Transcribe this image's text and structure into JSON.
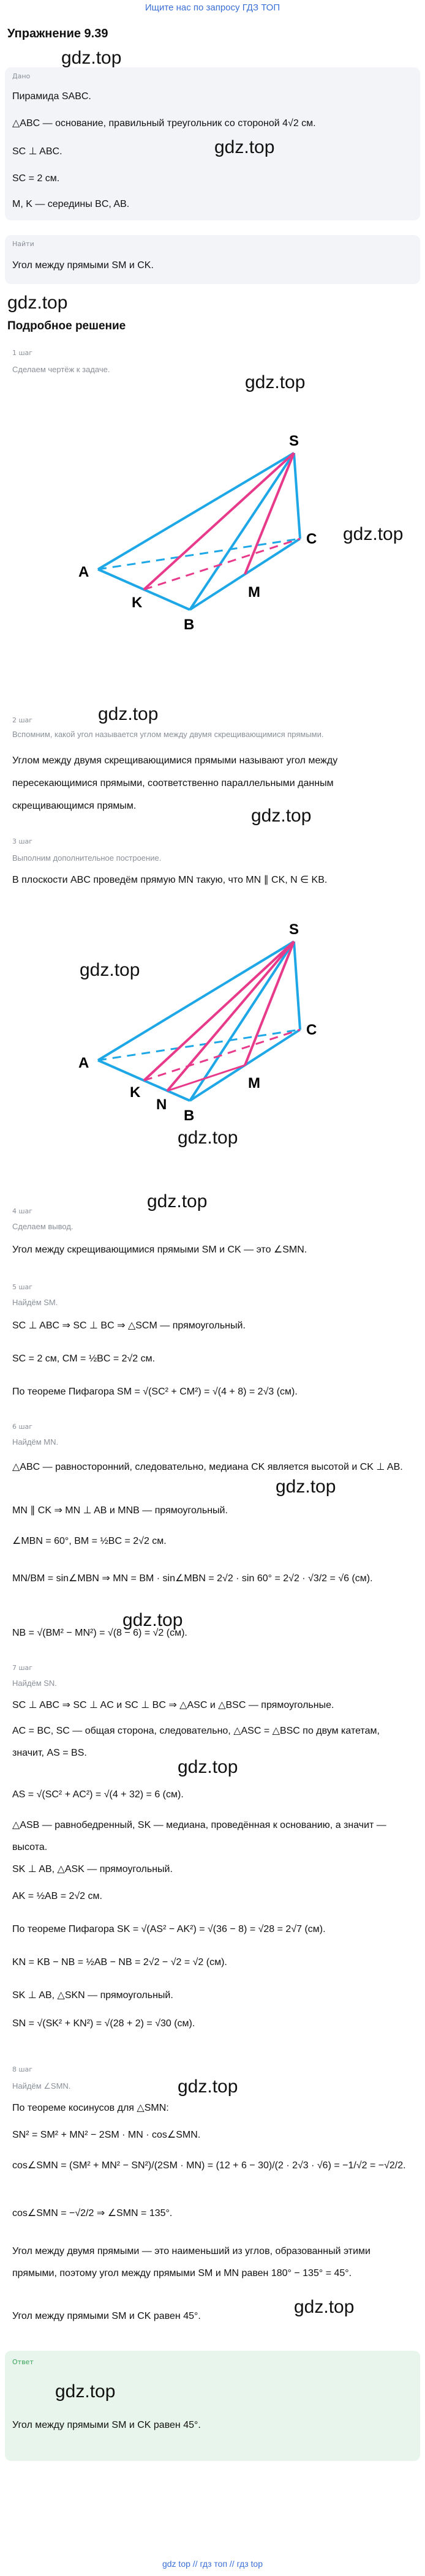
{
  "top_link": "Ищите нас по запросу ГДЗ ТОП",
  "title": "Упражнение 9.39",
  "watermark": "gdz.top",
  "given": {
    "tag": "Дано",
    "lines": [
      "Пирамида SABC.",
      "△ABC — основание, правильный треугольник со стороной 4√2 см.",
      "SC ⊥ ABC.",
      "SC = 2 см.",
      "M, K — середины BC, AB."
    ]
  },
  "find": {
    "tag": "Найти",
    "text": "Угол между прямыми SM и CK."
  },
  "solution_title": "Подробное решение",
  "steps": [
    {
      "tag": "1 шаг",
      "note": "Сделаем чертёж к задаче."
    },
    {
      "tag": "2 шаг",
      "note": "Вспомним, какой угол называется углом между двумя скрещивающимися прямыми.",
      "text": "Углом между двумя скрещивающимися прямыми называют угол между пересекающимися прямыми, соответственно параллельными данным скрещивающимся прямым."
    },
    {
      "tag": "3 шаг",
      "note": "Выполним дополнительное построение.",
      "text": "В плоскости ABC проведём прямую MN такую, что MN ∥ CK, N ∈ KB."
    },
    {
      "tag": "4 шаг",
      "note": "Сделаем вывод.",
      "text": "Угол между скрещивающимися прямыми SM и CK — это ∠SMN."
    },
    {
      "tag": "5 шаг",
      "note": "Найдём SM.",
      "lines": [
        "SC ⊥ ABC ⇒ SC ⊥ BC ⇒ △SCM — прямоугольный.",
        "SC = 2 см, CM = ½BC = 2√2 см.",
        "По теореме Пифагора SM = √(SC² + CM²) = √(4 + 8) = 2√3 (см)."
      ]
    },
    {
      "tag": "6 шаг",
      "note": "Найдём MN.",
      "lines": [
        "△ABC — равносторонний, следовательно, медиана CK является высотой и CK ⊥ AB.",
        "MN ∥ CK ⇒ MN ⊥ AB и MNB — прямоугольный.",
        "∠MBN = 60°, BM = ½BC = 2√2 см.",
        "MN/BM = sin∠MBN ⇒ MN = BM · sin∠MBN = 2√2 · sin 60° = 2√2 · √3/2 = √6 (см).",
        "NB = √(BM² − MN²) = √(8 − 6) = √2 (см)."
      ]
    },
    {
      "tag": "7 шаг",
      "note": "Найдём SN.",
      "lines": [
        "SC ⊥ ABC ⇒ SC ⊥ AC и SC ⊥ BC ⇒ △ASC и △BSC — прямоугольные.",
        "AC = BC, SC — общая сторона, следовательно, △ASC = △BSC по двум катетам, значит, AS = BS.",
        "AS = √(SC² + AC²) = √(4 + 32) = 6 (см).",
        "△ASB — равнобедренный, SK — медиана, проведённая к основанию, а значит — высота.",
        "SK ⊥ AB, △ASK — прямоугольный.",
        "AK = ½AB = 2√2 см.",
        "По теореме Пифагора SK = √(AS² − AK²) = √(36 − 8) = √28 = 2√7 (см).",
        "KN = KB − NB = ½AB − NB = 2√2 − √2 = √2 (см).",
        "SK ⊥ AB, △SKN — прямоугольный.",
        "SN = √(SK² + KN²) = √(28 + 2) = √30 (см)."
      ]
    },
    {
      "tag": "8 шаг",
      "note": "Найдём ∠SMN.",
      "lines": [
        "По теореме косинусов для △SMN:",
        "SN² = SM² + MN² − 2SM · MN · cos∠SMN.",
        "cos∠SMN = (SM² + MN² − SN²)/(2SM · MN) = (12 + 6 − 30)/(2 · 2√3 · √6) = −1/√2 = −√2/2.",
        "cos∠SMN = −√2/2 ⇒ ∠SMN = 135°.",
        "Угол между двумя прямыми — это наименьший из углов, образованный этими прямыми, поэтому угол между прямыми SM и MN равен 180° − 135° = 45°.",
        "Угол между прямыми SM и CK равен 45°."
      ]
    }
  ],
  "answer": {
    "tag": "Ответ",
    "text": "Угол между прямыми SM и CK равен 45°."
  },
  "figure1_labels": [
    "S",
    "A",
    "C",
    "K",
    "M",
    "B"
  ],
  "figure2_labels": [
    "S",
    "A",
    "C",
    "K",
    "N",
    "M",
    "B"
  ],
  "footer": "gdz top // гдз топ // гдз top",
  "colors": {
    "blue": "#1da7e6",
    "pink": "#e83a8a",
    "link": "#3a6fd6"
  }
}
